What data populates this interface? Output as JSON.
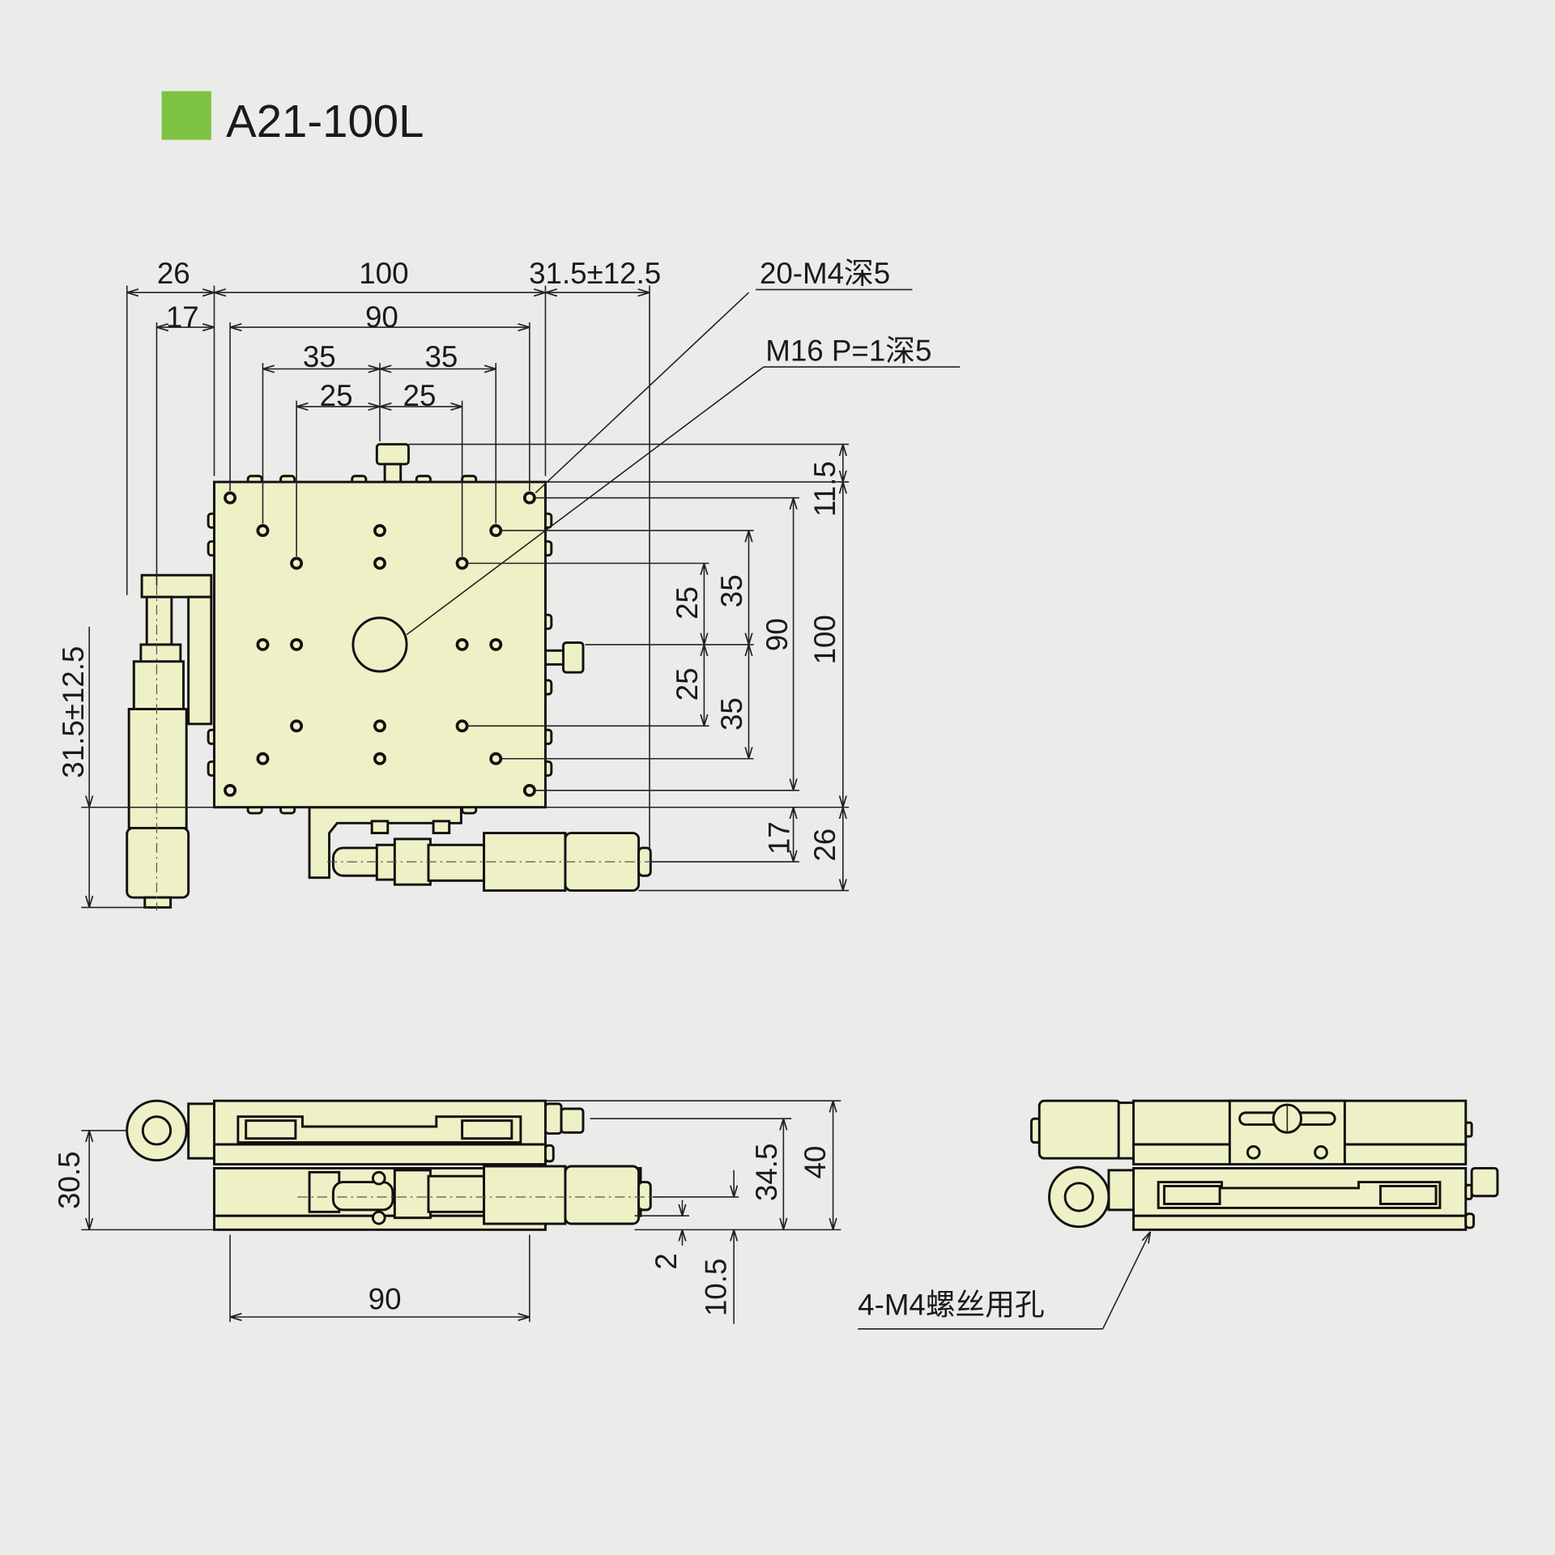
{
  "title": "A21-100L",
  "colors": {
    "accent": "#7dc242",
    "part_fill": "#eef0c6",
    "background": "#ebebe9"
  },
  "top_view": {
    "dims": {
      "w26": "26",
      "w100": "100",
      "travel_x": "31.5±12.5",
      "w17": "17",
      "w90": "90",
      "w35a": "35",
      "w35b": "35",
      "w25a": "25",
      "w25b": "25",
      "h11_5": "11.5",
      "h100": "100",
      "h90": "90",
      "h35a": "35",
      "h35b": "35",
      "h25a": "25",
      "h25b": "25",
      "h17": "17",
      "h26": "26",
      "travel_y": "31.5±12.5"
    },
    "callouts": {
      "tapped_holes": "20-M4深5",
      "center_thread": "M16 P=1深5"
    }
  },
  "front_view": {
    "dims": {
      "h30_5": "30.5",
      "h34_5": "34.5",
      "h40": "40",
      "h2": "2",
      "h10_5": "10.5",
      "w90": "90"
    }
  },
  "side_view": {
    "callouts": {
      "mount_holes": "4-M4螺丝用孔"
    }
  }
}
